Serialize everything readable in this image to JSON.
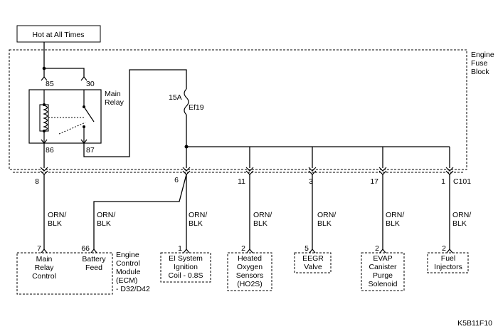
{
  "power_source": "Hot at All Times",
  "fuse_block": {
    "line1": "Engine",
    "line2": "Fuse",
    "line3": "Block"
  },
  "relay": {
    "name_line1": "Main",
    "name_line2": "Relay",
    "pin85": "85",
    "pin30": "30",
    "pin86": "86",
    "pin87": "87"
  },
  "fuse": {
    "rating": "15A",
    "name": "Ef19"
  },
  "connector": "C101",
  "circuits": [
    {
      "pin": "8",
      "color_line1": "ORN/",
      "color_line2": "BLK"
    },
    {
      "pin": "6",
      "color_line1": "ORN/",
      "color_line2": "BLK"
    },
    {
      "pin": "11",
      "color_line1": "ORN/",
      "color_line2": "BLK"
    },
    {
      "pin": "3",
      "color_line1": "ORN/",
      "color_line2": "BLK"
    },
    {
      "pin": "17",
      "color_line1": "ORN/",
      "color_line2": "BLK"
    },
    {
      "pin": "1",
      "color_line1": "ORN/",
      "color_line2": "BLK"
    }
  ],
  "ecm": {
    "pin_relay": "7",
    "relay_ctrl_line1": "Main",
    "relay_ctrl_line2": "Relay",
    "relay_ctrl_line3": "Control",
    "pin_battery": "66",
    "battery_line1": "Battery",
    "battery_line2": "Feed",
    "name_line1": "Engine",
    "name_line2": "Control",
    "name_line3": "Module",
    "name_line4": "(ECM)",
    "name_line5": "- D32/D42"
  },
  "components": [
    {
      "pin": "1",
      "lines": [
        "EI System",
        "Ignition",
        "Coil - 0.8S"
      ]
    },
    {
      "pin": "2",
      "lines": [
        "Heated",
        "Oxygen",
        "Sensors",
        "(HO2S)"
      ]
    },
    {
      "pin": "5",
      "lines": [
        "EEGR",
        "Valve"
      ]
    },
    {
      "pin": "2",
      "lines": [
        "EVAP",
        "Canister",
        "Purge",
        "Solenoid"
      ]
    },
    {
      "pin": "2",
      "lines": [
        "Fuel",
        "Injectors"
      ]
    }
  ],
  "diagram_code": "K5B11F10"
}
